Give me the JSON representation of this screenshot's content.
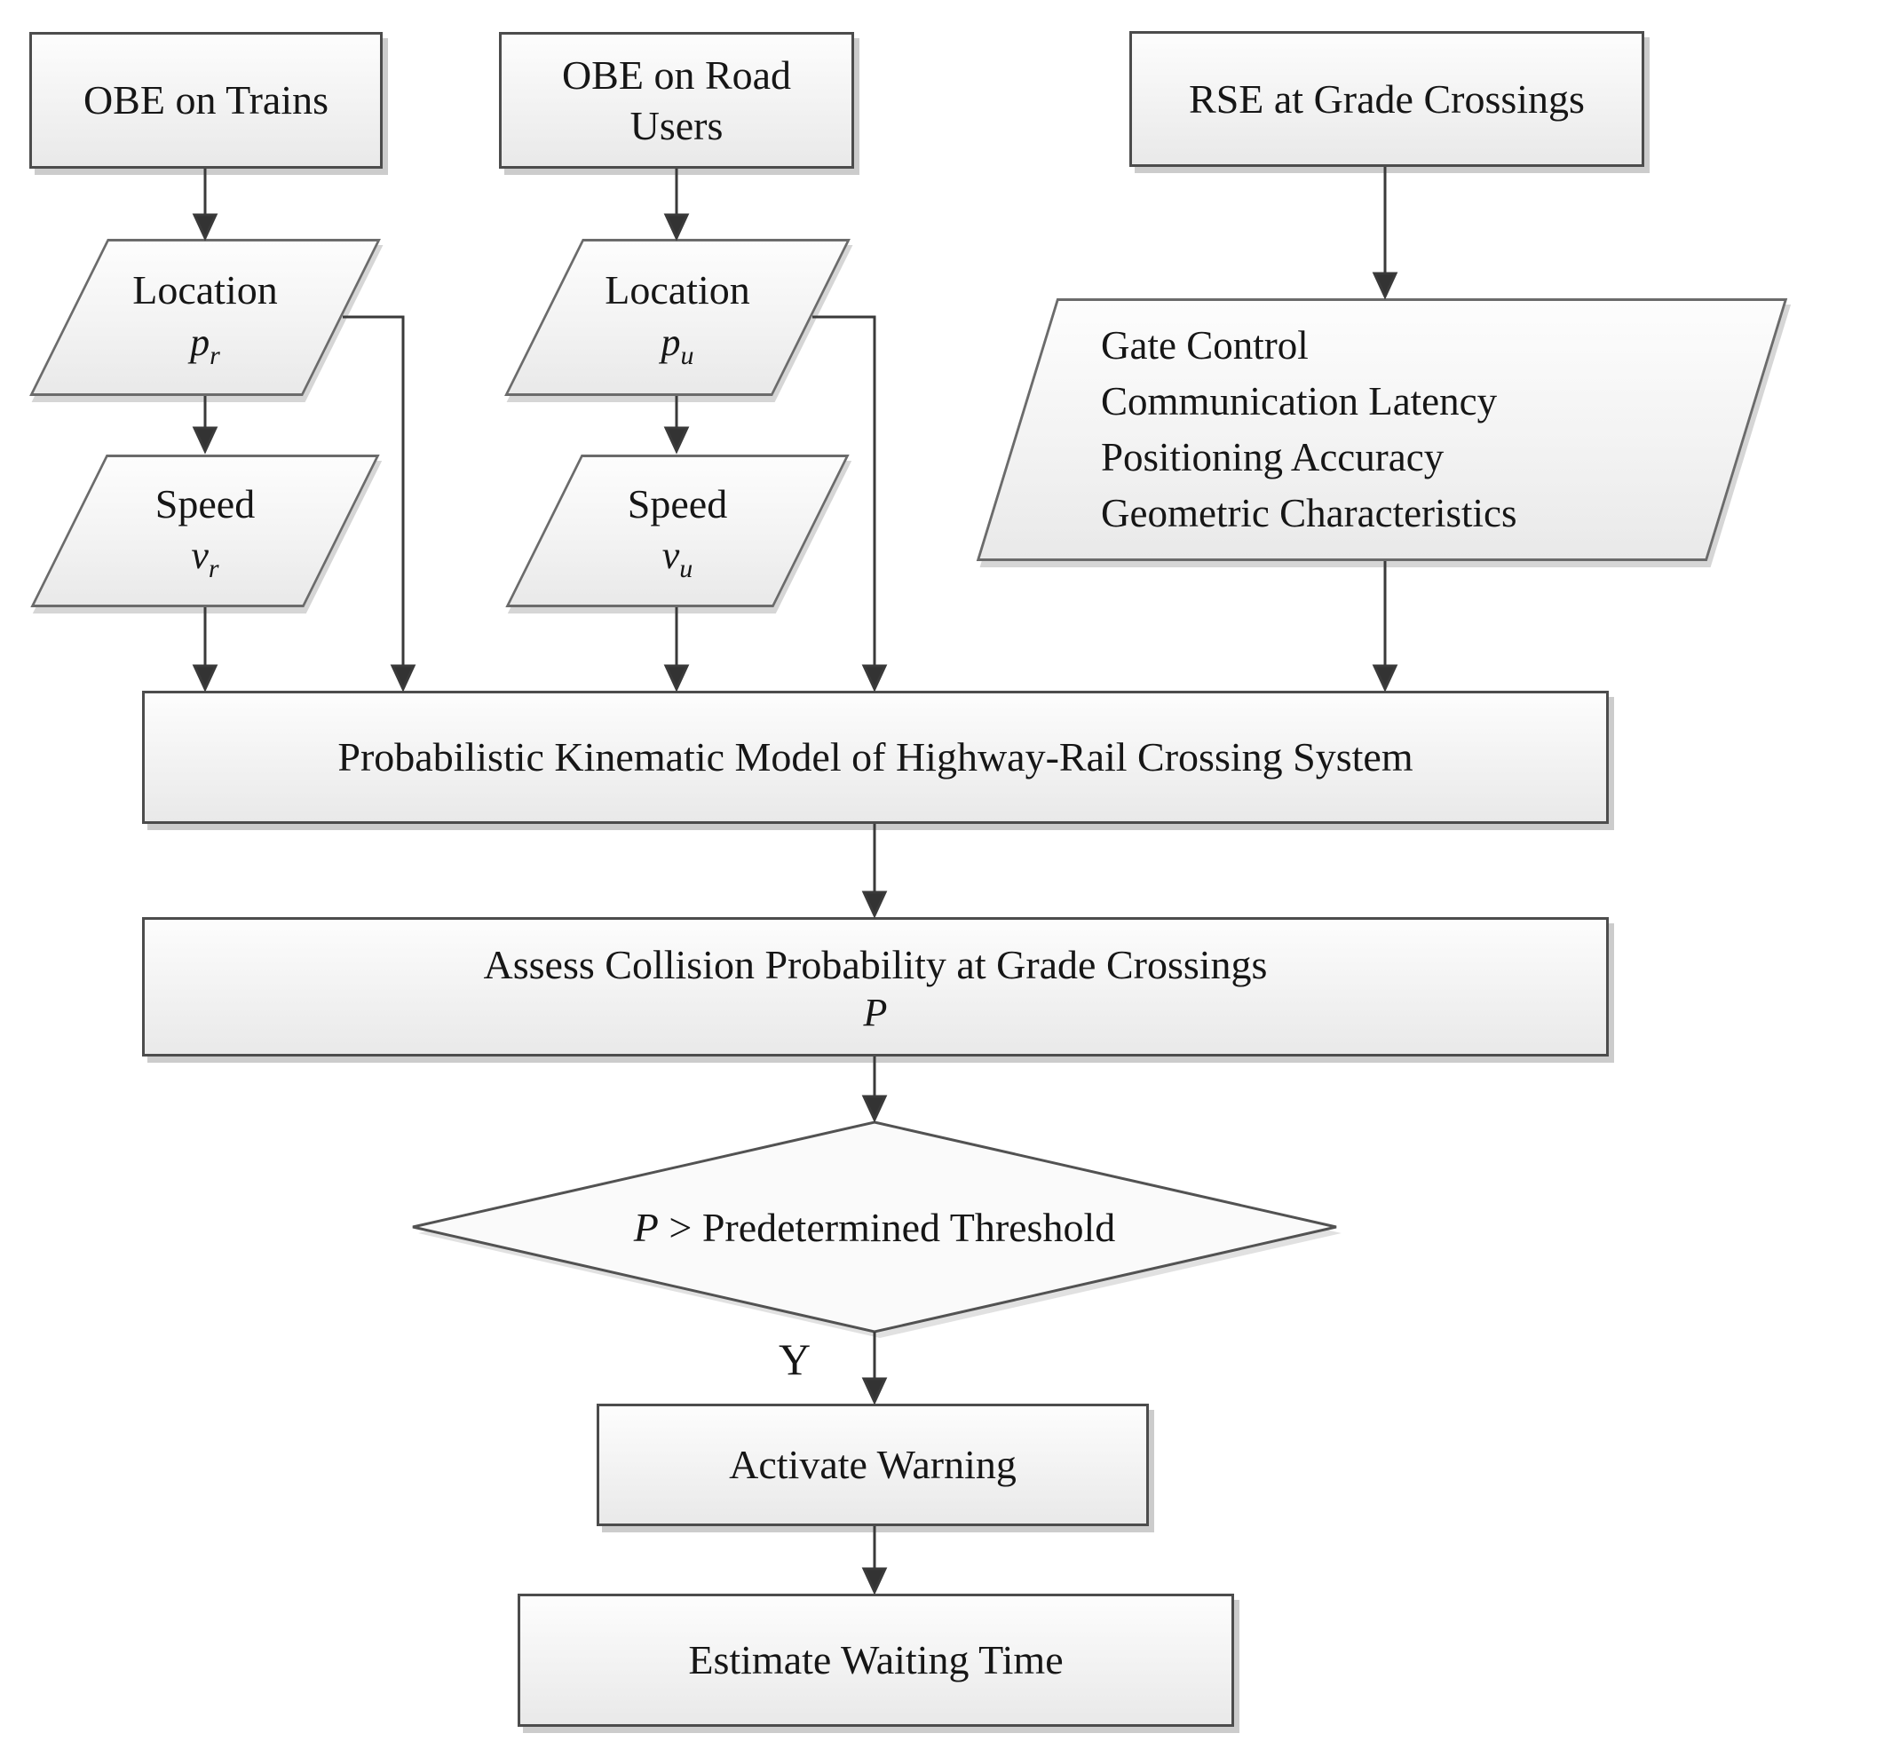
{
  "nodes": {
    "obe_trains": {
      "label": "OBE on Trains"
    },
    "obe_road_users": {
      "label": "OBE on Road Users"
    },
    "rse": {
      "label": "RSE at Grade Crossings"
    },
    "location_train": {
      "title": "Location",
      "var": "p",
      "sub": "r"
    },
    "speed_train": {
      "title": "Speed",
      "var": "v",
      "sub": "r"
    },
    "location_user": {
      "title": "Location",
      "var": "p",
      "sub": "u"
    },
    "speed_user": {
      "title": "Speed",
      "var": "v",
      "sub": "u"
    },
    "crossing_params": {
      "lines": [
        "Gate Control",
        "Communication Latency",
        "Positioning Accuracy",
        "Geometric Characteristics"
      ]
    },
    "kinematic_model": {
      "label": "Probabilistic Kinematic Model of Highway-Rail Crossing System"
    },
    "assess": {
      "label": "Assess Collision Probability at Grade Crossings",
      "var": "P"
    },
    "decision": {
      "var": "P",
      "rest": " > Predetermined Threshold"
    },
    "decision_yes": {
      "label": "Y"
    },
    "activate_warning": {
      "label": "Activate Warning"
    },
    "estimate_waiting": {
      "label": "Estimate Waiting Time"
    }
  },
  "colors": {
    "background": "#ffffff",
    "shape_fill_top": "#fdfdfd",
    "shape_fill_bottom": "#e9e9e9",
    "rect_border": "#4c4c4c",
    "para_border": "#6b6b6b",
    "line": "#3a3a3a",
    "text": "#161616",
    "shadow": "#9a9a9a"
  }
}
